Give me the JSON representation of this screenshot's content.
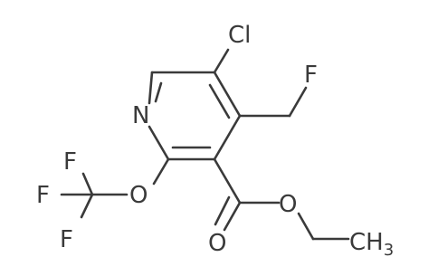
{
  "structure": {
    "atom_labels": {
      "chlorine": "Cl",
      "nitrogen": "N",
      "fluorine_ch2f": "F",
      "oxygen_ether": "O",
      "fluorine_1": "F",
      "fluorine_2": "F",
      "fluorine_3": "F",
      "oxygen_carbonyl": "O",
      "oxygen_ester": "O",
      "methyl_group": "CH",
      "methyl_subscript": "3"
    },
    "colors": {
      "bond": "#3a3a3a",
      "label": "#3a3a3a",
      "background": "#ffffff"
    }
  }
}
